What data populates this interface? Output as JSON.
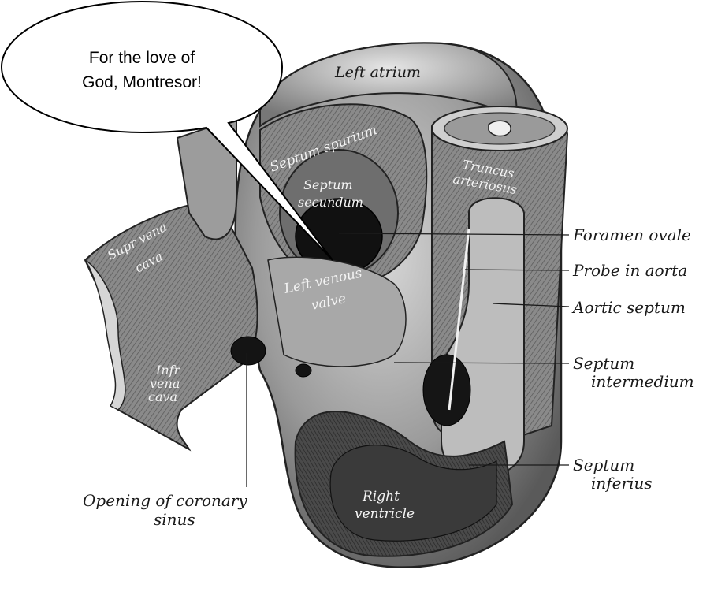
{
  "speech_bubble": {
    "line1": "For the love of",
    "line2": "God, Montresor!"
  },
  "structures": {
    "left_atrium": "Left atrium",
    "septum_spurium": "Septum spurium",
    "septum_secundum_1": "Septum",
    "septum_secundum_2": "secundum",
    "truncus_1": "Truncus",
    "truncus_2": "arteriosus",
    "supr_vena_cava_1": "Supr vena",
    "supr_vena_cava_2": "cava",
    "left_venous_valve_1": "Left venous",
    "left_venous_valve_2": "valve",
    "infr_vena_cava_1": "Infr",
    "infr_vena_cava_2": "vena",
    "infr_vena_cava_3": "cava",
    "right_ventricle_1": "Right",
    "right_ventricle_2": "ventricle"
  },
  "callouts": {
    "foramen_ovale": "Foramen ovale",
    "probe_in_aorta": "Probe in aorta",
    "aortic_septum": "Aortic septum",
    "septum_intermedium_1": "Septum",
    "septum_intermedium_2": "intermedium",
    "septum_inferius_1": "Septum",
    "septum_inferius_2": "inferius",
    "coronary_sinus_1": "Opening of coronary",
    "coronary_sinus_2": "sinus"
  }
}
